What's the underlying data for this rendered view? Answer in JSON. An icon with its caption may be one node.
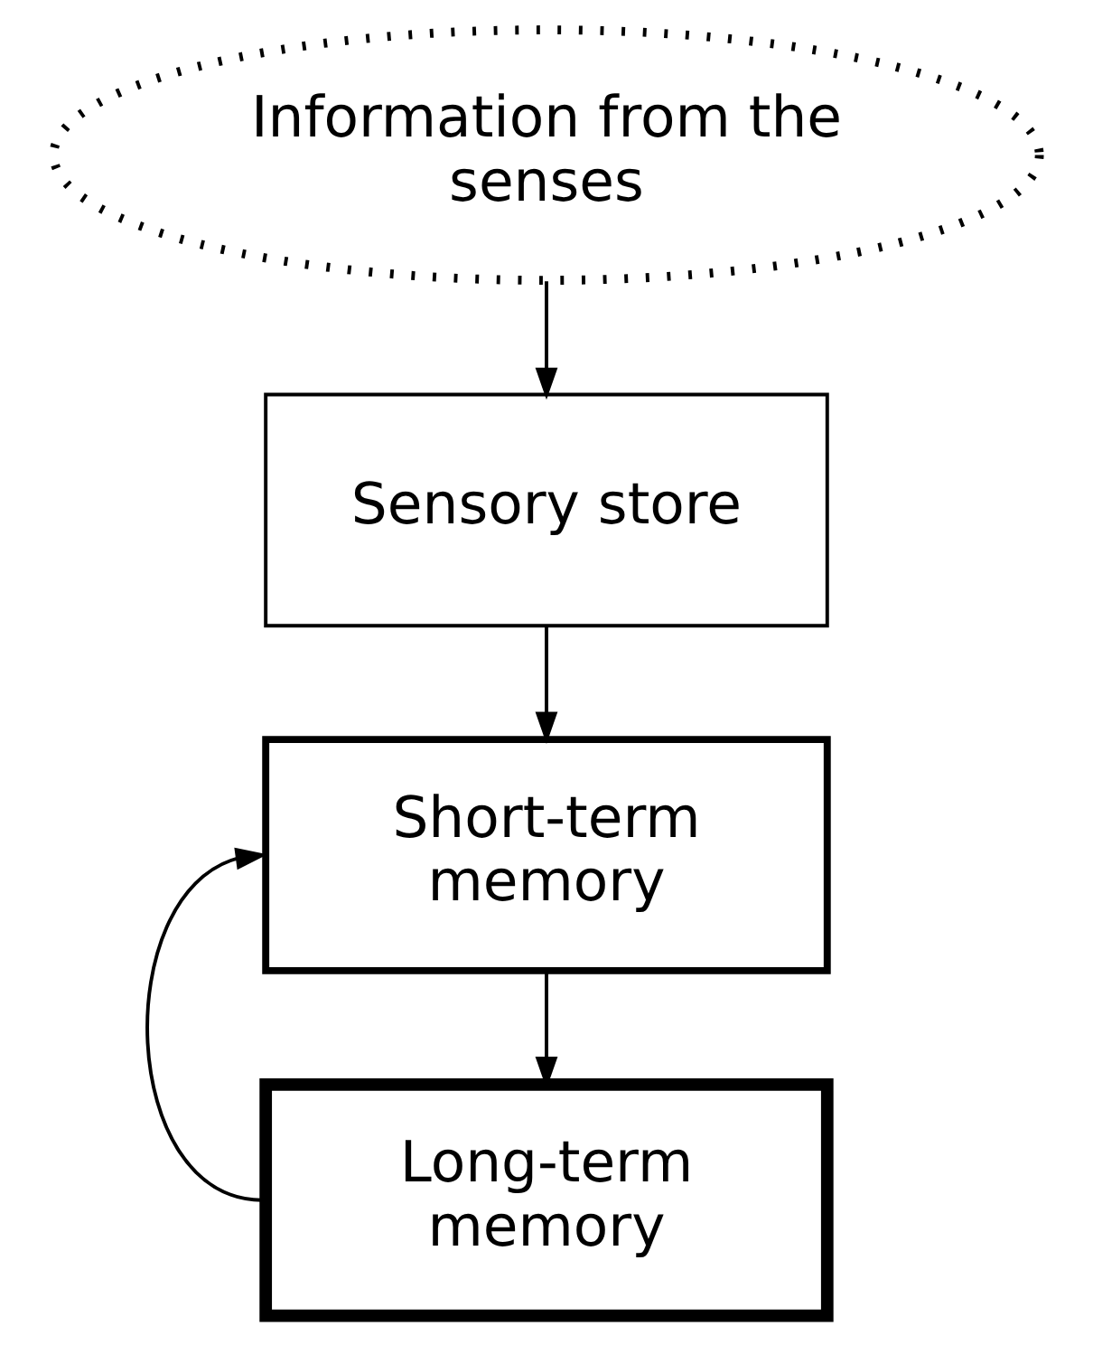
{
  "diagram": {
    "nodes": [
      {
        "text": [
          "Information from the senses"
        ]
      },
      {
        "text": [
          "Sensory store"
        ]
      },
      {
        "text": [
          "Short-term memory"
        ]
      },
      {
        "text": [
          "Long-term memory"
        ]
      }
    ],
    "edges": [
      {
        "from": 0,
        "to": 1,
        "arrow": "to"
      },
      {
        "from": 1,
        "to": 2,
        "arrow": "to"
      },
      {
        "from": 2,
        "to": 3,
        "arrow": "to"
      },
      {
        "from": 3,
        "to": 2,
        "arrow": "to"
      }
    ]
  }
}
